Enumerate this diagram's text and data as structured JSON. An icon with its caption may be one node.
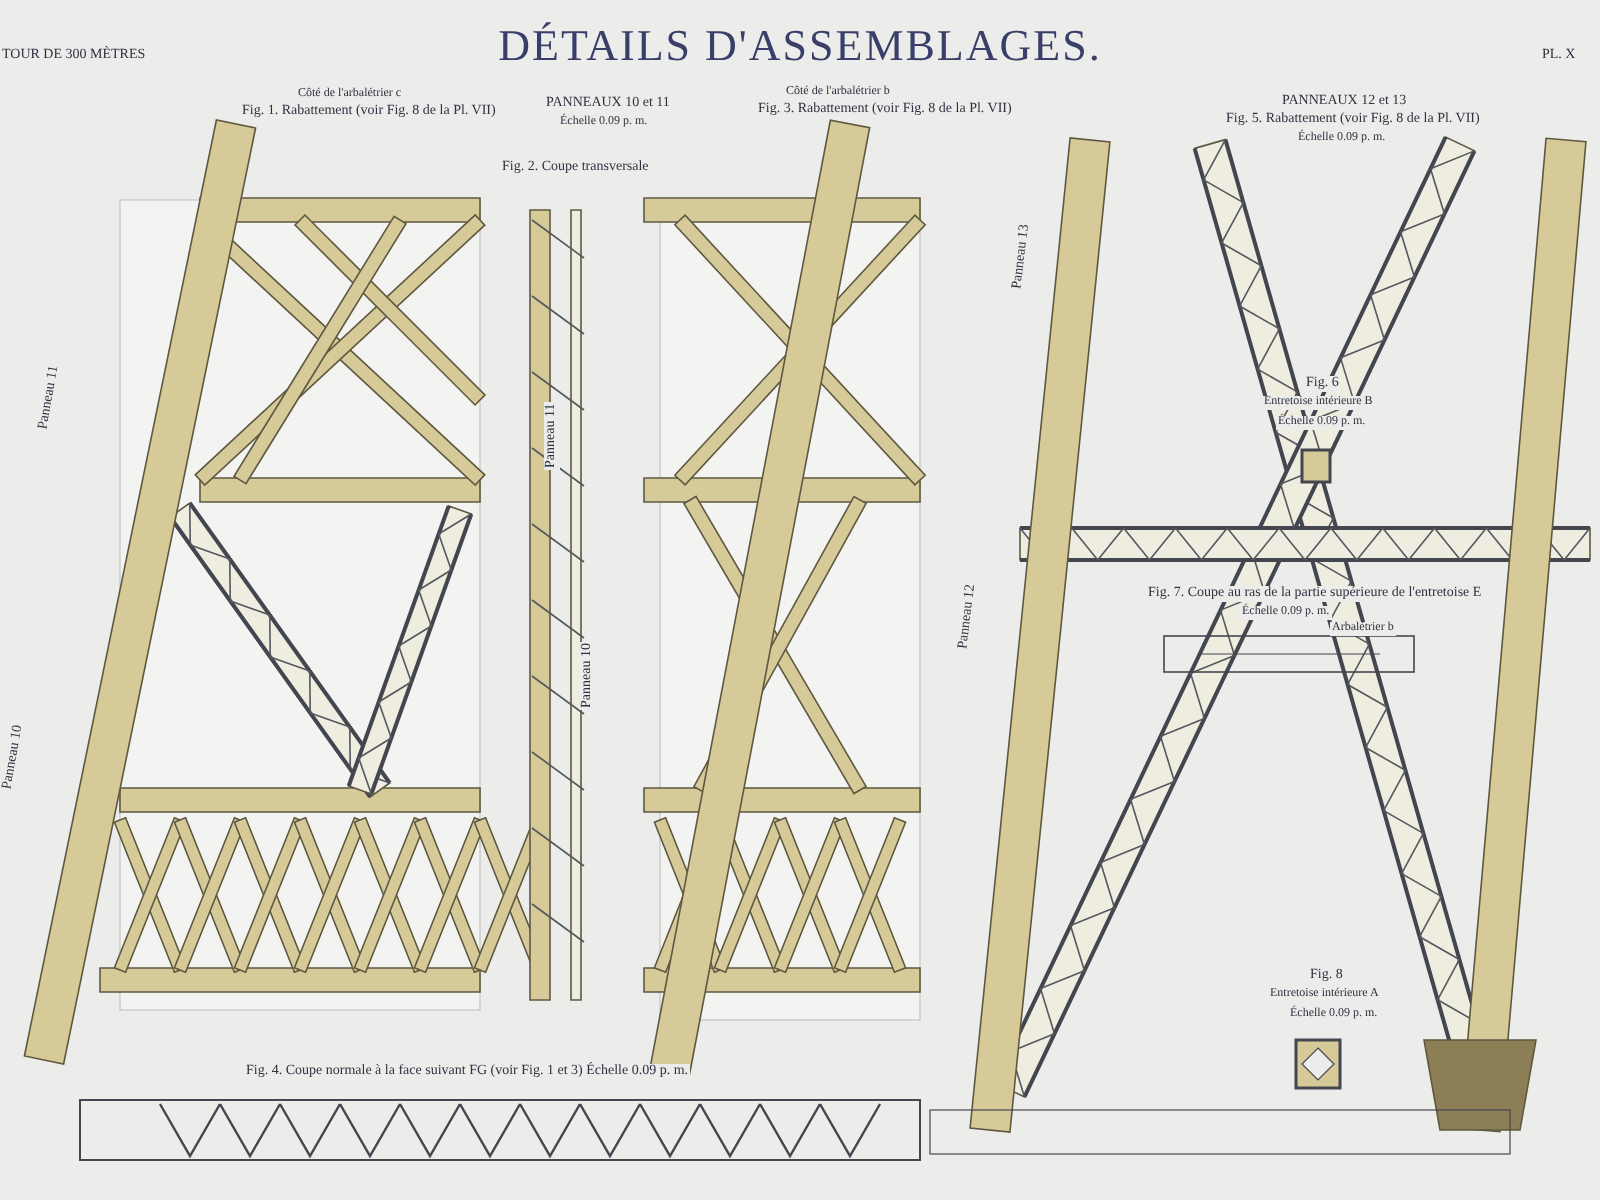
{
  "diagram": {
    "title": "DÉTAILS D'ASSEMBLAGES.",
    "labels": [
      "TOUR DE 300 MÈTRES",
      "PL. X",
      "Côté de l'arbalétrier c",
      "Fig. 1. Rabattement (voir Fig. 8 de la Pl. VII)",
      "PANNEAUX 10 et 11",
      "Échelle 0.09 p. m.",
      "Fig. 2. Coupe transversale",
      "Côté de l'arbalétrier b",
      "Fig. 3. Rabattement (voir Fig. 8 de la Pl. VII)",
      "PANNEAUX 12 et 13",
      "Fig. 5. Rabattement (voir Fig. 8 de la Pl. VII)",
      "Échelle 0.09 p. m.",
      "Fig. 6",
      "Entretoise intérieure B",
      "Échelle 0.09 p. m.",
      "Fig. 7. Coupe au ras de la partie supérieure de l'entretoise E",
      "Échelle 0.09 p. m.",
      "Arbalétrier b",
      "Fig. 8",
      "Entretoise intérieure A",
      "Échelle 0.09 p. m.",
      "Fig. 4. Coupe normale à la face suivant FG (voir Fig. 1 et 3) Échelle 0.09 p. m.",
      "Panneau 11",
      "Panneau 10",
      "Panneau 11",
      "Panneau 10",
      "Panneau 13",
      "Panneau 12"
    ]
  }
}
